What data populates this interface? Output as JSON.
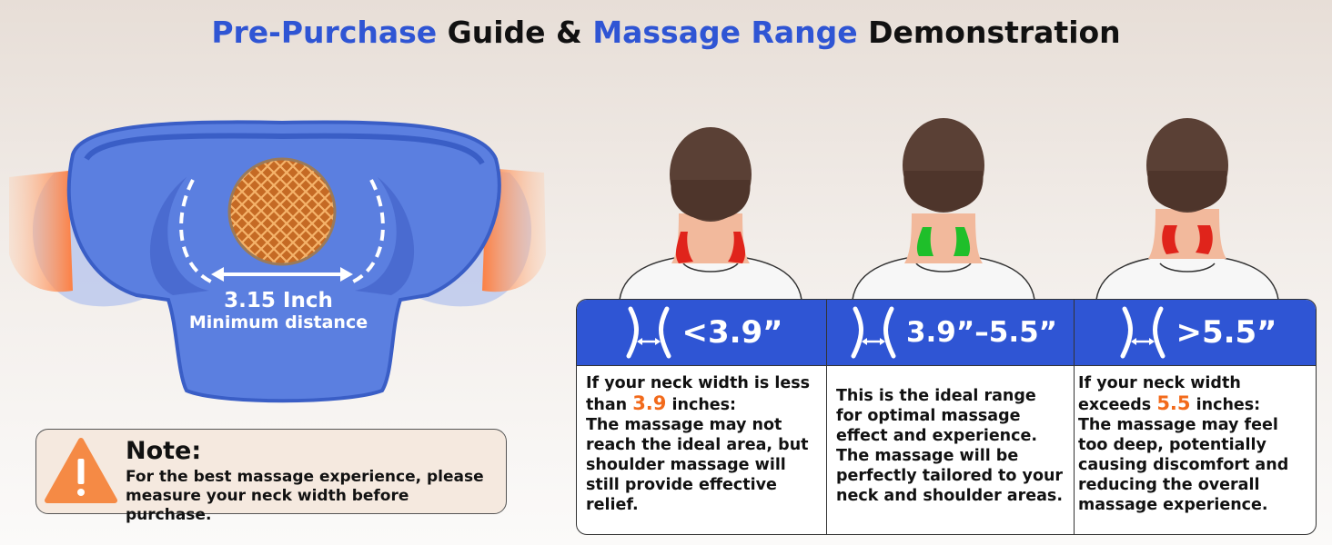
{
  "title": {
    "part1": "Pre-Purchase",
    "part2": " Guide & ",
    "part3": "Massage Range",
    "part4": " Demonstration"
  },
  "pillow": {
    "distance_value": "3.15 Inch",
    "distance_label": "Minimum distance"
  },
  "note": {
    "icon": "warning-triangle-icon",
    "title": "Note:",
    "text": "For the best massage experience, please measure your neck width before purchase."
  },
  "ranges": [
    {
      "icon": "neck-width-icon",
      "label": "<3.9”",
      "zone_color": "#e0241b",
      "text_before": "If your neck width is less than ",
      "highlight": "3.9",
      "text_after": " inches:",
      "detail": "The massage may not reach the ideal area, but shoulder massage will still provide effective relief."
    },
    {
      "icon": "neck-width-icon",
      "label": "3.9”–5.5”",
      "zone_color": "#1fbf2a",
      "text": "This is the ideal range for optimal massage effect and experience. The massage will be perfectly tailored to your neck and shoulder areas."
    },
    {
      "icon": "neck-width-icon",
      "label": ">5.5”",
      "zone_color": "#e0241b",
      "text_before": "If your neck width exceeds ",
      "highlight": "5.5",
      "text_after": " inches:",
      "detail": "The massage may feel too deep, potentially causing discomfort and reducing the overall massage experience."
    }
  ],
  "colors": {
    "accent_blue": "#2f55d4",
    "highlight_orange": "#f26a1b",
    "pillow_blue": "#5b7fe0"
  }
}
